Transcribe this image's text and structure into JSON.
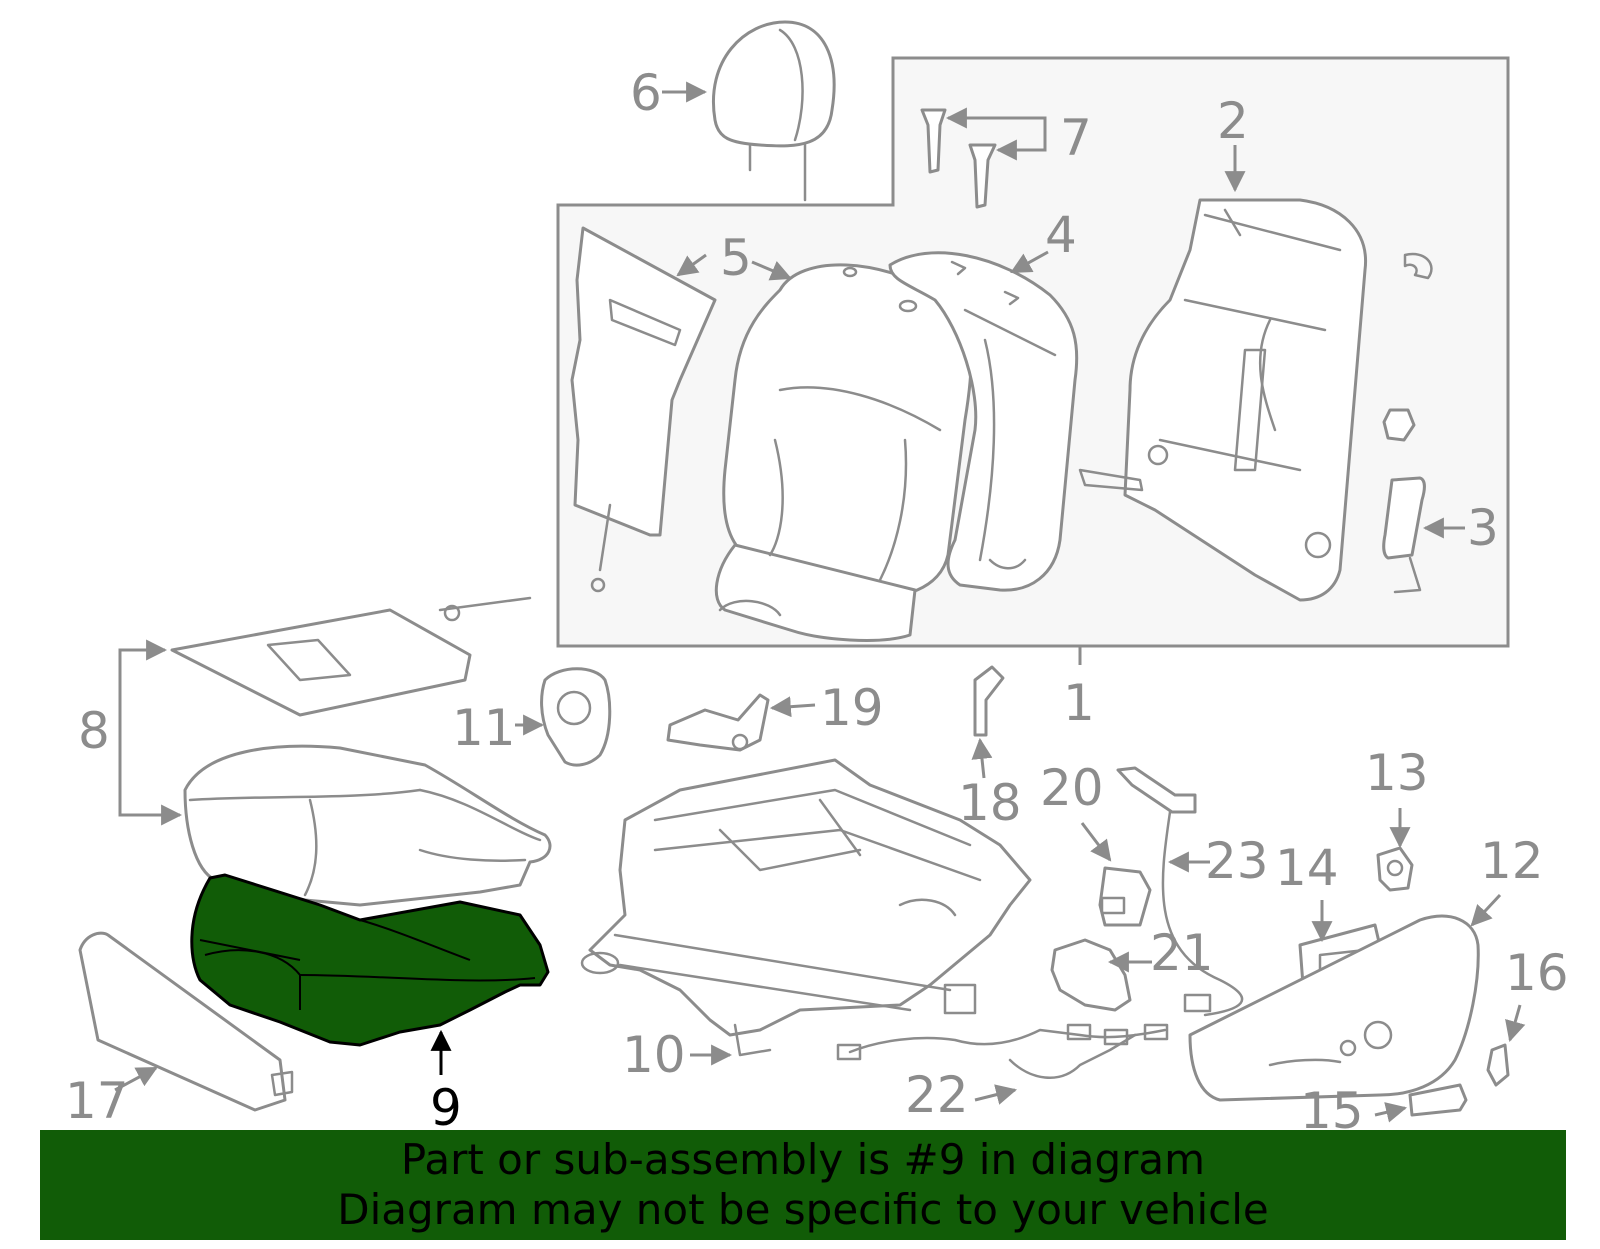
{
  "diagram": {
    "callouts": {
      "c1": "1",
      "c2": "2",
      "c3": "3",
      "c4": "4",
      "c5": "5",
      "c6": "6",
      "c7": "7",
      "c8": "8",
      "c9": "9",
      "c10": "10",
      "c11": "11",
      "c12": "12",
      "c13": "13",
      "c14": "14",
      "c15": "15",
      "c16": "16",
      "c17": "17",
      "c18": "18",
      "c19": "19",
      "c20": "20",
      "c21": "21",
      "c22": "22",
      "c23": "23"
    },
    "highlight_part": "9"
  },
  "banner": {
    "line1": "Part or sub-assembly is #9 in diagram",
    "line2": "Diagram may not be specific to your vehicle"
  },
  "colors": {
    "banner_bg": "#115c07",
    "highlight_fill": "#115c07",
    "line_art": "#8c8c8c",
    "panel_bg": "#f7f7f7"
  }
}
